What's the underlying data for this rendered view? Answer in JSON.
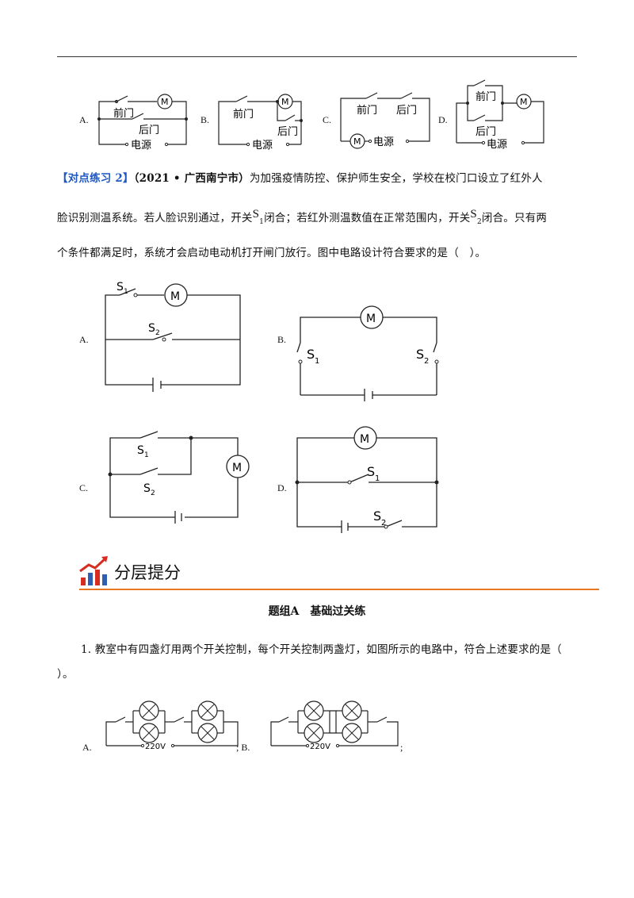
{
  "top_options": {
    "a": "A.",
    "b": "B.",
    "c": "C.",
    "d": "D.",
    "front_door": "前门",
    "back_door": "后门",
    "power": "电源",
    "motor": "M"
  },
  "practice": {
    "tag": "【对点练习 2】",
    "source": "（2021 • 广西南宁市）",
    "line1_rest": "为加强疫情防控、保护师生安全，学校在校门口设立了红外人",
    "line2_a": "脸识别测温系统。若人脸识别通过，开关",
    "s": "S",
    "sub1": "1",
    "sub2": "2",
    "line2_b": "闭合；若红外测温数值在正常范围内，开关",
    "line2_c": "闭合。只有两",
    "line3": "个条件都满足时，系统才会启动电动机打开闸门放行。图中电路设计符合要求的是（　）。"
  },
  "circuit_options": {
    "a": "A.",
    "b": "B.",
    "c": "C.",
    "d": "D.",
    "motor": "M",
    "s": "S",
    "one": "1",
    "two": "2"
  },
  "section": {
    "title": "分层提分",
    "group": "题组A　基础过关练"
  },
  "question1": {
    "line1": "1. 教室中有四盏灯用两个开关控制，每个开关控制两盏灯，如图所示的电路中，符合上述要求的是（",
    "line2": "）。",
    "a": "A.",
    "b": "; B.",
    "end": ";",
    "voltage": "220V"
  },
  "colors": {
    "blue_tag": "#1f57c3",
    "orange_line": "#e87722",
    "icon_red": "#d62d20",
    "icon_blue": "#2f5fb3"
  }
}
